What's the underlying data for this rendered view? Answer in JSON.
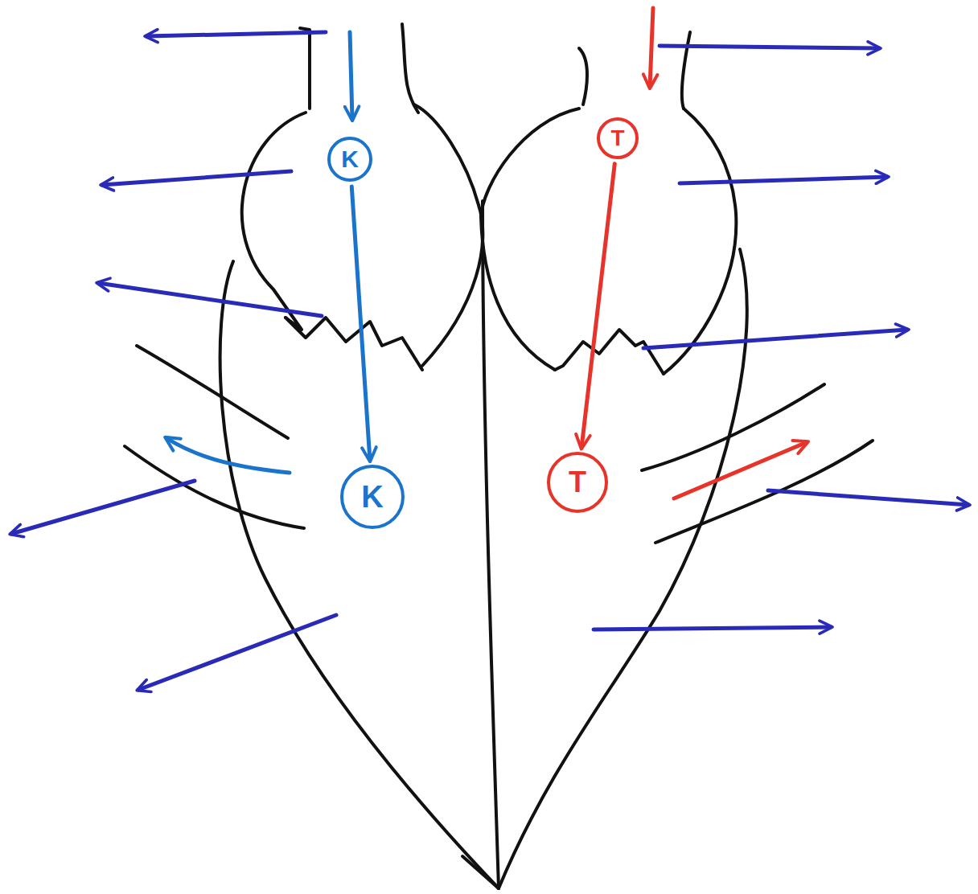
{
  "diagram": {
    "nodes": [
      {
        "text": [
          "K"
        ]
      },
      {
        "text": [
          "T"
        ]
      },
      {
        "text": [
          "K"
        ]
      },
      {
        "text": [
          "T"
        ]
      }
    ],
    "edges": [
      {
        "from": 0,
        "to": 2,
        "arrow": "to"
      },
      {
        "from": 1,
        "to": 3,
        "arrow": "to"
      }
    ]
  }
}
